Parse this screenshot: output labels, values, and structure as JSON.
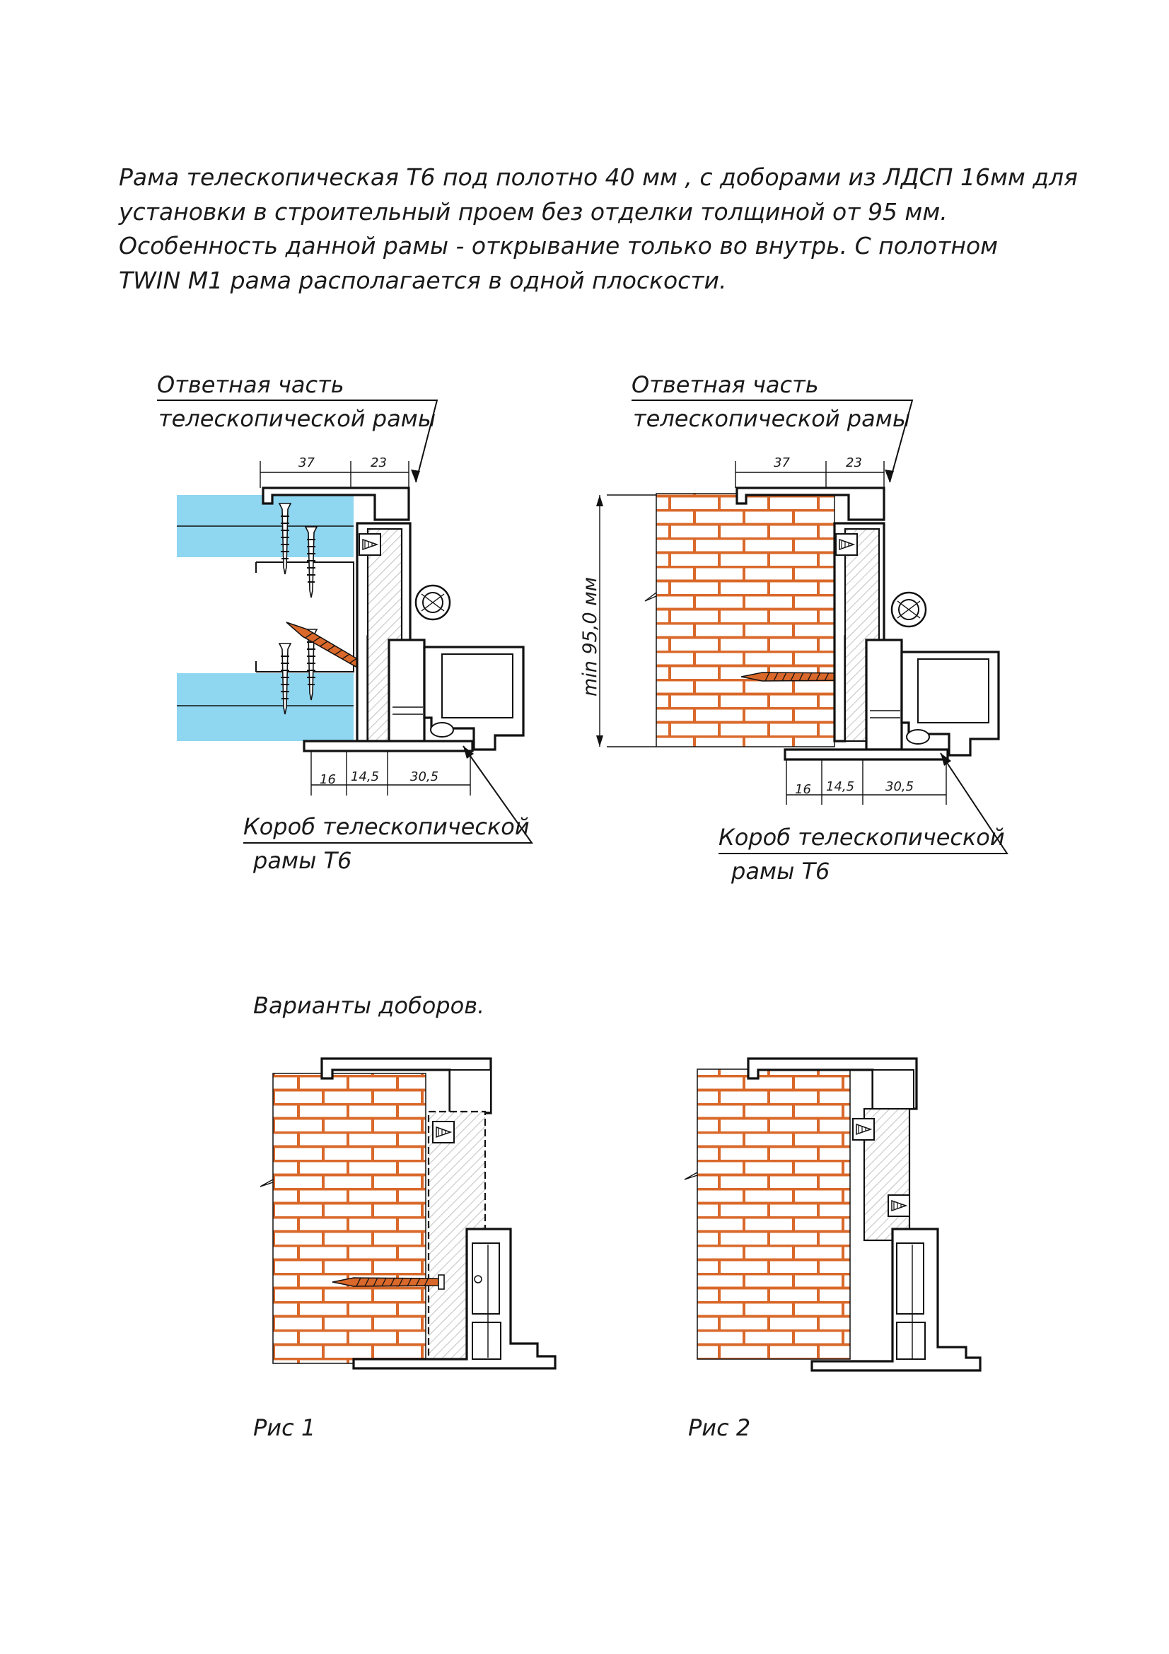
{
  "intro": {
    "line1": "Рама телескопическая Т6 под полотно 40 мм , с доборами из ЛДСП 16мм для",
    "line2": "установки в строительный проем без отделки толщиной  от 95 мм.",
    "line3": "Особенность данной рамы - открывание только во внутрь. С полотном",
    "line4": "TWIN M1 рама располагается в одной плоскости."
  },
  "drawing1": {
    "top_label": {
      "line1": "Ответная часть",
      "line2": "телескопической рамы"
    },
    "bottom_label": {
      "line1": "Короб телескопической",
      "line2": "рамы Т6"
    },
    "dims_top": [
      "37",
      "23"
    ],
    "dims_bottom": [
      "16",
      "14,5",
      "30,5"
    ]
  },
  "drawing2": {
    "top_label": {
      "line1": "Ответная часть",
      "line2": "телескопической рамы"
    },
    "bottom_label": {
      "line1": "Короб телескопической",
      "line2": "рамы Т6"
    },
    "dims_top": [
      "37",
      "23"
    ],
    "dims_bottom": [
      "16",
      "14,5",
      "30,5"
    ],
    "wall_dim": "min 95,0 мм"
  },
  "variants": {
    "heading": "Варианты доборов.",
    "fig1": "Рис 1",
    "fig2": "Рис 2"
  },
  "colors": {
    "brick_mortar": "#d9682a",
    "drywall": "#8fd6f0",
    "ink": "#111111"
  }
}
